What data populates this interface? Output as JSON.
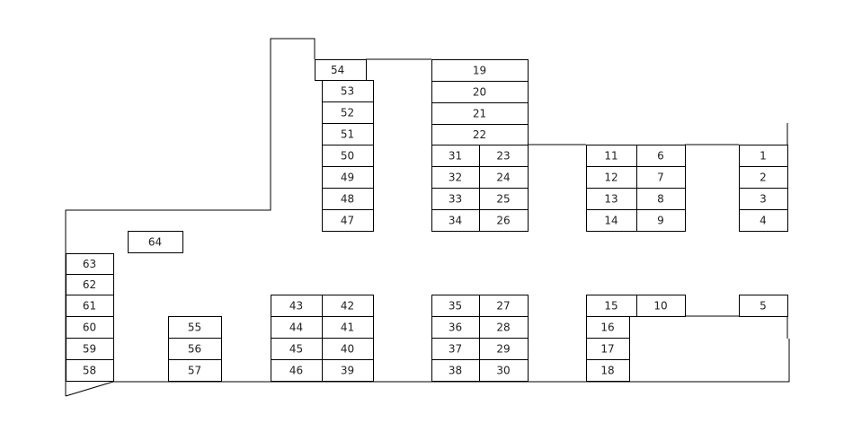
{
  "diagram": {
    "line_color": "#000000",
    "fill_color": "#ffffff",
    "text_color": "#222222",
    "stalls": [
      {
        "label": "1"
      },
      {
        "label": "2"
      },
      {
        "label": "3"
      },
      {
        "label": "4"
      },
      {
        "label": "5"
      },
      {
        "label": "6"
      },
      {
        "label": "7"
      },
      {
        "label": "8"
      },
      {
        "label": "9"
      },
      {
        "label": "10"
      },
      {
        "label": "11"
      },
      {
        "label": "12"
      },
      {
        "label": "13"
      },
      {
        "label": "14"
      },
      {
        "label": "15"
      },
      {
        "label": "16"
      },
      {
        "label": "17"
      },
      {
        "label": "18"
      },
      {
        "label": "19"
      },
      {
        "label": "20"
      },
      {
        "label": "21"
      },
      {
        "label": "22"
      },
      {
        "label": "23"
      },
      {
        "label": "24"
      },
      {
        "label": "25"
      },
      {
        "label": "26"
      },
      {
        "label": "27"
      },
      {
        "label": "28"
      },
      {
        "label": "29"
      },
      {
        "label": "30"
      },
      {
        "label": "31"
      },
      {
        "label": "32"
      },
      {
        "label": "33"
      },
      {
        "label": "34"
      },
      {
        "label": "35"
      },
      {
        "label": "36"
      },
      {
        "label": "37"
      },
      {
        "label": "38"
      },
      {
        "label": "39"
      },
      {
        "label": "40"
      },
      {
        "label": "41"
      },
      {
        "label": "42"
      },
      {
        "label": "43"
      },
      {
        "label": "44"
      },
      {
        "label": "45"
      },
      {
        "label": "46"
      },
      {
        "label": "47"
      },
      {
        "label": "48"
      },
      {
        "label": "49"
      },
      {
        "label": "50"
      },
      {
        "label": "51"
      },
      {
        "label": "52"
      },
      {
        "label": "53"
      },
      {
        "label": "54"
      },
      {
        "label": "55"
      },
      {
        "label": "56"
      },
      {
        "label": "57"
      },
      {
        "label": "58"
      },
      {
        "label": "59"
      },
      {
        "label": "60"
      },
      {
        "label": "61"
      },
      {
        "label": "62"
      },
      {
        "label": "63"
      },
      {
        "label": "64"
      }
    ]
  }
}
